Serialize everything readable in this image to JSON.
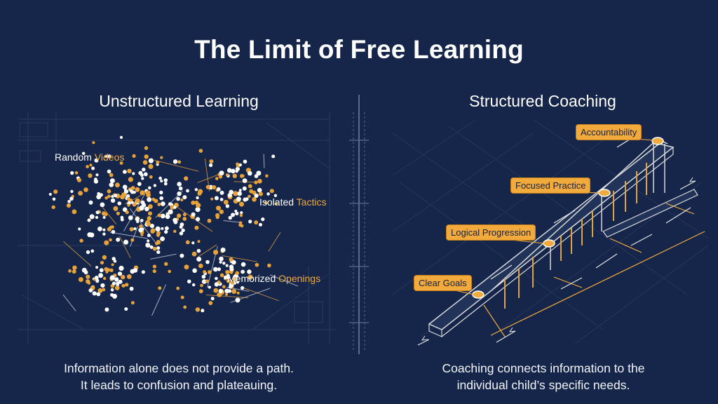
{
  "title": "The Limit of Free Learning",
  "left": {
    "heading": "Unstructured Learning",
    "labels": [
      {
        "white": "Random ",
        "orange": "Videos"
      },
      {
        "white": "Isolated ",
        "orange": "Tactics"
      },
      {
        "white": "Memorized ",
        "orange": "Openings"
      }
    ],
    "caption_line1": "Information alone does not provide a path.",
    "caption_line2": "It leads to confusion and plateauing."
  },
  "right": {
    "heading": "Structured Coaching",
    "steps": [
      "Clear Goals",
      "Logical Progression",
      "Focused Practice",
      "Accountability"
    ],
    "caption_line1": "Coaching connects information to the",
    "caption_line2": "individual child’s specific needs."
  },
  "colors": {
    "background": "#16264a",
    "accent": "#f2aa3c",
    "dot_white": "#ffffff",
    "dot_orange": "#e8a23a"
  }
}
